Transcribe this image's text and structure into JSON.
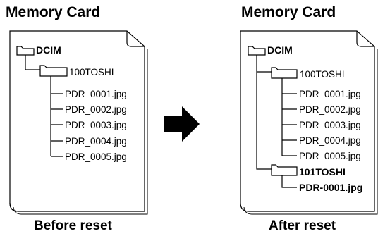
{
  "left": {
    "title": "Memory Card",
    "caption": "Before reset",
    "root_folder": "DCIM",
    "subfolder": "100TOSHI",
    "files": [
      "PDR_0001.jpg",
      "PDR_0002.jpg",
      "PDR_0003.jpg",
      "PDR_0004.jpg",
      "PDR_0005.jpg"
    ]
  },
  "right": {
    "title": "Memory Card",
    "caption": "After reset",
    "root_folder": "DCIM",
    "subfolder": "100TOSHI",
    "files": [
      "PDR_0001.jpg",
      "PDR_0002.jpg",
      "PDR_0003.jpg",
      "PDR_0004.jpg",
      "PDR_0005.jpg"
    ],
    "new_folder": "101TOSHI",
    "new_file": "PDR-0001.jpg"
  }
}
